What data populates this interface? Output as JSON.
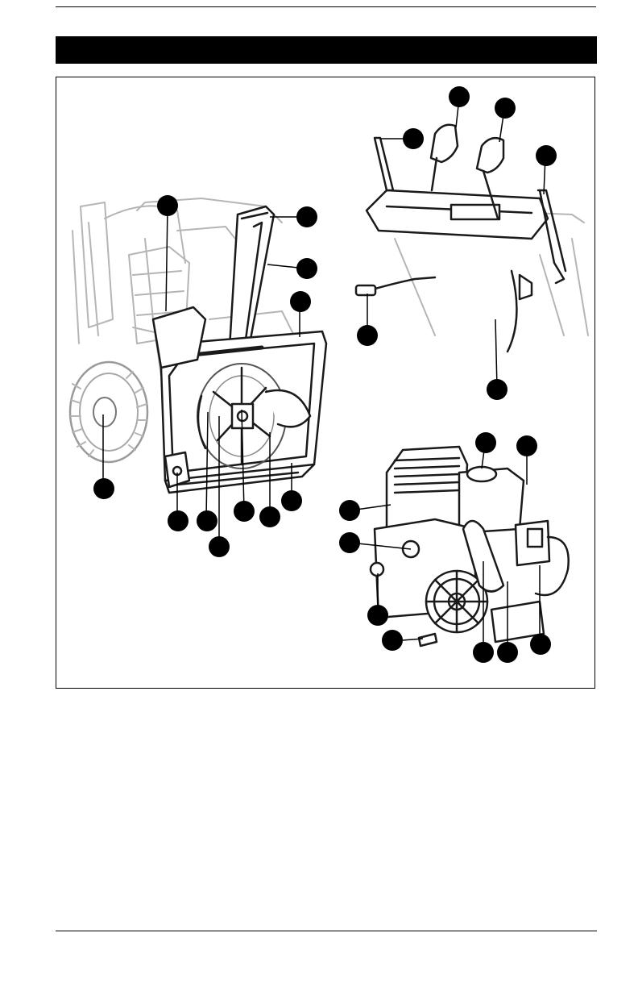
{
  "page": {
    "header_title": "",
    "footer_text": ""
  },
  "figure": {
    "view_main": "snow-thrower-front-view",
    "view_controls": "dashboard-control-levers",
    "view_engine": "engine-assembly",
    "callout_fill": "#000000",
    "line_color": "#1a1a1a",
    "faded_color": "#b5b5b5"
  }
}
